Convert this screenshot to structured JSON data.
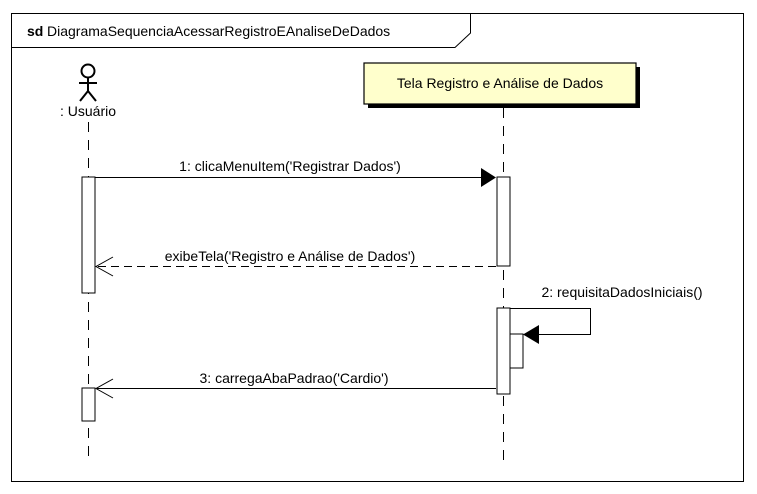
{
  "frame": {
    "keyword": "sd",
    "name": "DiagramaSequenciaAcessarRegistroEAnaliseDeDados"
  },
  "actor": {
    "label": ": Usuário",
    "icon": "stick-figure-icon"
  },
  "boundary": {
    "label": "Tela Registro e Análise de Dados",
    "fill": "#ffffcc"
  },
  "messages": [
    {
      "label": "1: clicaMenuItem('Registrar Dados')",
      "kind": "synchronous"
    },
    {
      "label": "exibeTela('Registro e Análise de Dados')",
      "kind": "return"
    },
    {
      "label": "2: requisitaDadosIniciais()",
      "kind": "self"
    },
    {
      "label": "3: carregaAbaPadrao('Cardio')",
      "kind": "asynchronous"
    }
  ]
}
